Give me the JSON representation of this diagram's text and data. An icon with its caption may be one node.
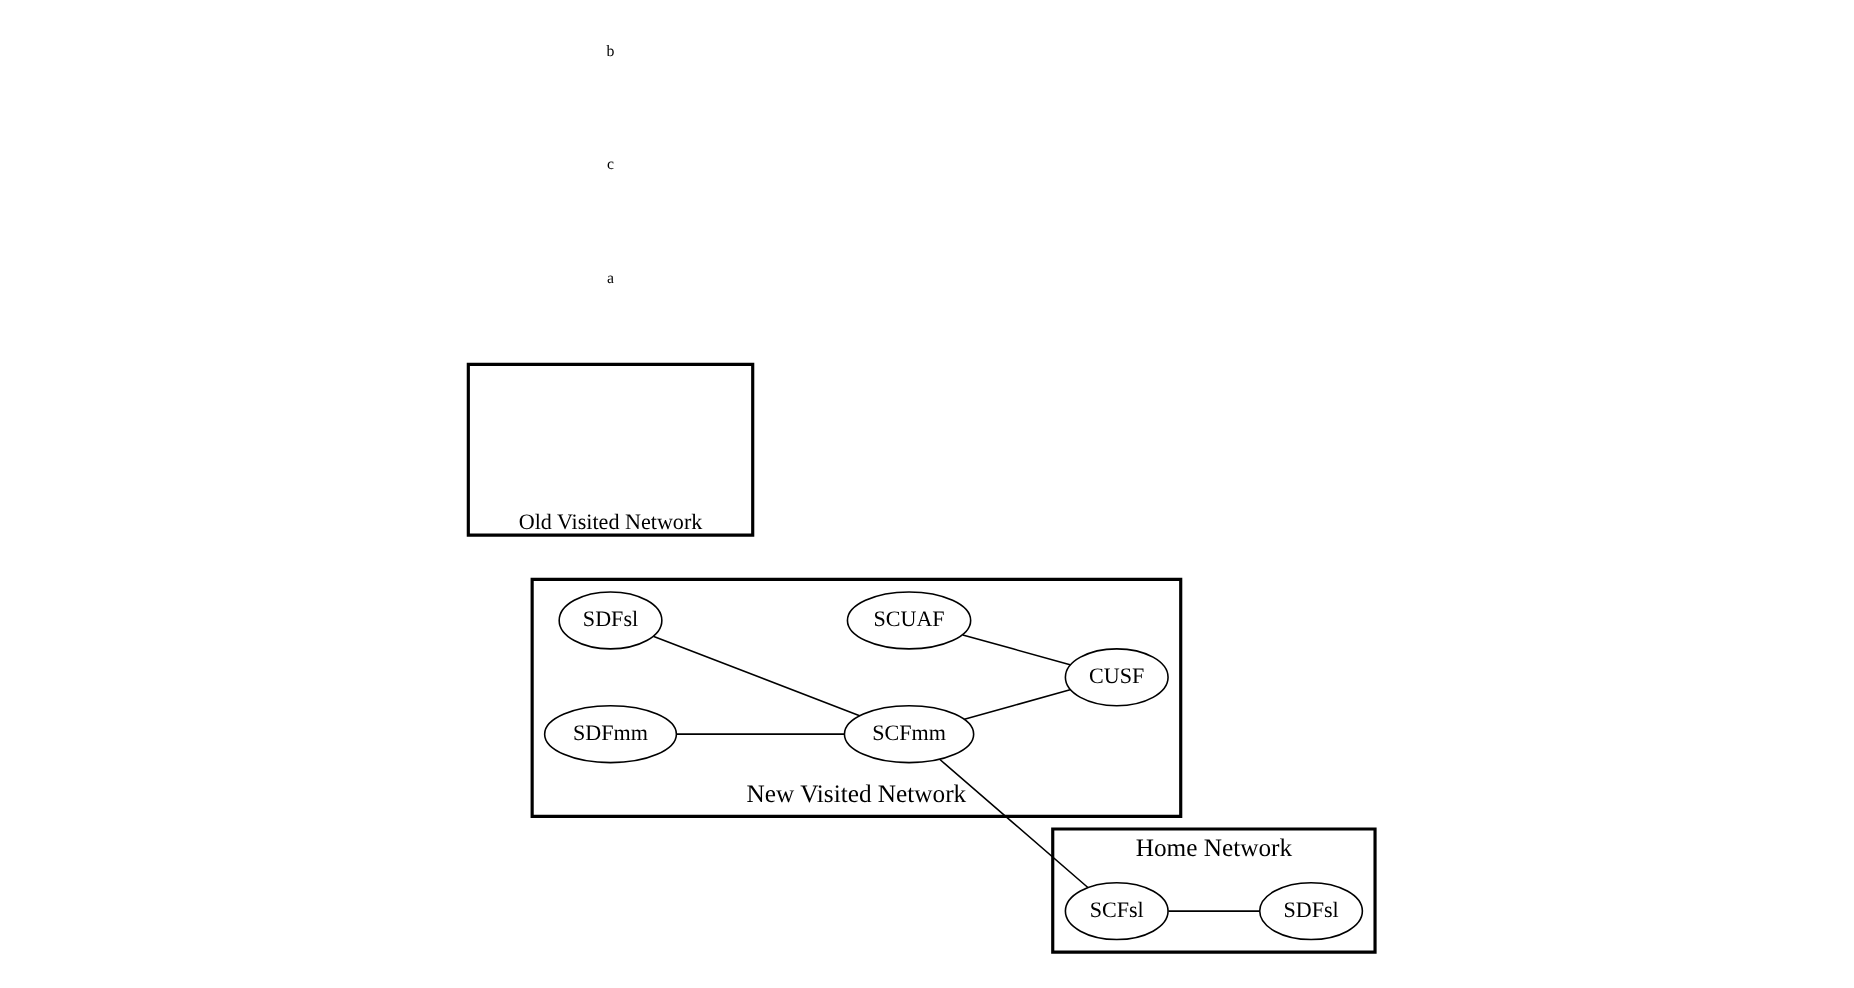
{
  "diagram": {
    "nodes": [
      {
        "text": [
          "New Visited Network"
        ]
      },
      {
        "text": [
          "SDFsl"
        ],
        "in": 0
      },
      {
        "text": [
          "SDFmm"
        ],
        "in": 0
      },
      {
        "text": [
          "SCFmm"
        ],
        "in": 0
      },
      {
        "text": [
          "SCUAF"
        ],
        "in": 0
      },
      {
        "text": [
          "CUSF"
        ],
        "in": 0
      },
      {
        "text": [
          "Home Network"
        ]
      },
      {
        "text": [
          "SDFsl"
        ],
        "in": 6
      },
      {
        "text": [
          "SCFsl"
        ],
        "in": 6
      },
      {
        "text": [
          "Old Visited Network"
        ]
      }
    ],
    "edges": [
      {
        "from": 1,
        "to": 3,
        "arrow": "none"
      },
      {
        "from": 2,
        "to": 3,
        "arrow": "none"
      },
      {
        "from": 3,
        "to": 5,
        "arrow": "none"
      },
      {
        "from": 4,
        "to": 5,
        "arrow": "none"
      },
      {
        "from": 3,
        "to": 8,
        "arrow": "none"
      },
      {
        "from": 8,
        "to": 7,
        "arrow": "none"
      }
    ],
    "labels": [
      "a",
      "c",
      "b"
    ]
  }
}
